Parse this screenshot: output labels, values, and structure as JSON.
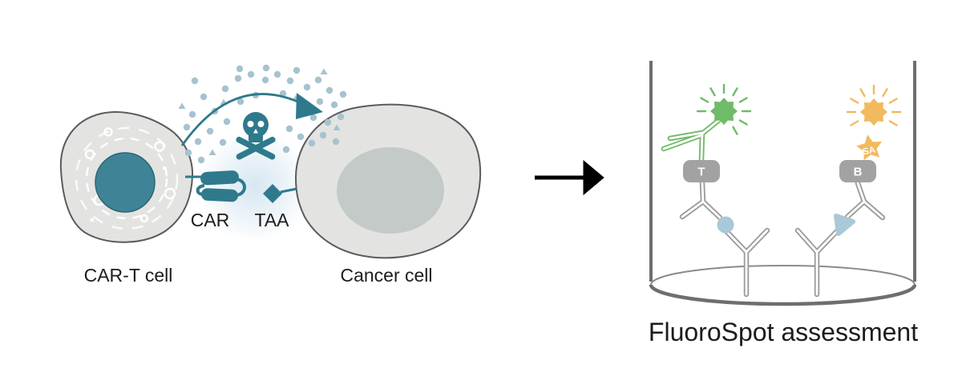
{
  "diagram": {
    "left": {
      "car_t_cell_label": "CAR-T cell",
      "cancer_cell_label": "Cancer cell",
      "car_label": "CAR",
      "taa_label": "TAA"
    },
    "right": {
      "caption": "FluoroSpot assessment",
      "tag_t": "T",
      "tag_b": "B",
      "streptavidin": "SA"
    },
    "colors": {
      "teal": "#2E7A8C",
      "dot_blue": "#A7C2D0",
      "cell_fill": "#E3E4E2",
      "cell_stroke": "#5A5B5D",
      "tcell_nucleus": "#3F8396",
      "cancer_nucleus": "#C3CAC7",
      "antibody_gray": "#9B9B9B",
      "tag_gray": "#A2A2A2",
      "well_gray": "#6E6E6E",
      "well_light": "#8B8B8B",
      "green": "#6FBB67",
      "orange": "#F2B95E",
      "analyte_blue": "#A9C8D8",
      "arrow_black": "#000000",
      "label": "#1C1C1C",
      "glow_blue": "#C9DFEC"
    }
  }
}
